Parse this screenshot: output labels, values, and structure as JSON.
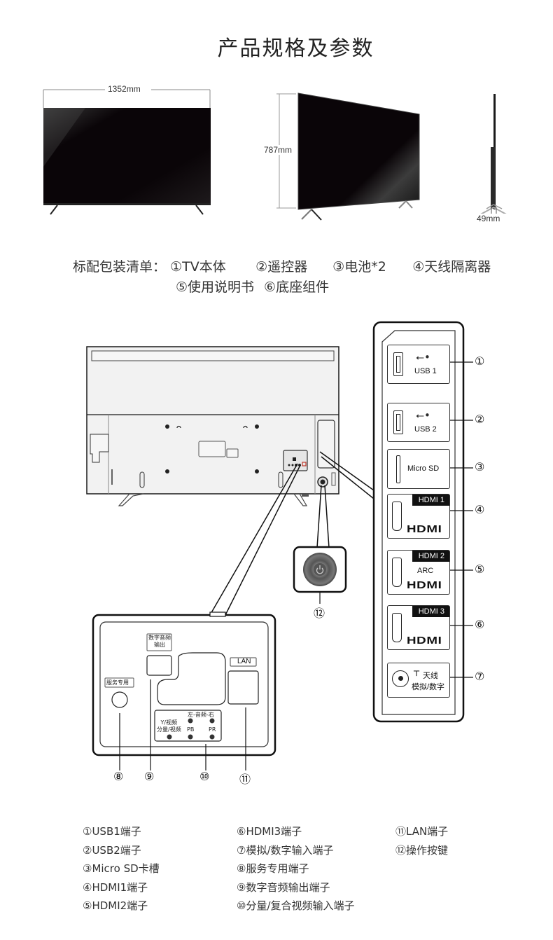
{
  "title": "产品规格及参数",
  "dimensions": {
    "width": "1352mm",
    "height": "787mm",
    "depth": "49mm"
  },
  "package": {
    "label": "标配包装清单：",
    "items": [
      "①TV本体",
      "②遥控器",
      "③电池*2",
      "④天线隔离器",
      "⑤使用说明书",
      "⑥底座组件"
    ]
  },
  "side_panel": {
    "ports": [
      {
        "num": "①",
        "label": "USB 1"
      },
      {
        "num": "②",
        "label": "USB 2"
      },
      {
        "num": "③",
        "label": "Micro SD"
      },
      {
        "num": "④",
        "tag": "HDMI 1",
        "logo": "HDMI"
      },
      {
        "num": "⑤",
        "tag": "HDMI 2",
        "sub": "ARC",
        "logo": "HDMI"
      },
      {
        "num": "⑥",
        "tag": "HDMI 3",
        "logo": "HDMI"
      },
      {
        "num": "⑦",
        "line1": "天线",
        "line2": "模拟/数字"
      }
    ]
  },
  "bottom_panel": {
    "service_label": "服务专用",
    "digital_audio_label_1": "数字音频",
    "digital_audio_label_2": "输出",
    "lan_label": "LAN",
    "audio_label": "左-音频-右",
    "video_label_1": "Y/视频",
    "video_label_2": "分量/视频",
    "pb_label": "PB",
    "pr_label": "PR",
    "callouts": [
      "⑧",
      "⑨",
      "⑩",
      "⑪"
    ]
  },
  "button_callout": "⑫",
  "legend": {
    "col1": [
      "①USB1端子",
      "②USB2端子",
      "③Micro SD卡槽",
      "④HDMI1端子",
      "⑤HDMI2端子"
    ],
    "col2": [
      "⑥HDMI3端子",
      "⑦模拟/数字输入端子",
      "⑧服务专用端子",
      "⑨数字音频输出端子",
      "⑩分量/复合视频输入端子"
    ],
    "col3": [
      "⑪LAN端子",
      "⑫操作按键"
    ]
  },
  "colors": {
    "screen": "#0a0508",
    "line": "#1a1a1a",
    "back_panel": "#f2f2f2",
    "accent_red": "#c0392b"
  }
}
